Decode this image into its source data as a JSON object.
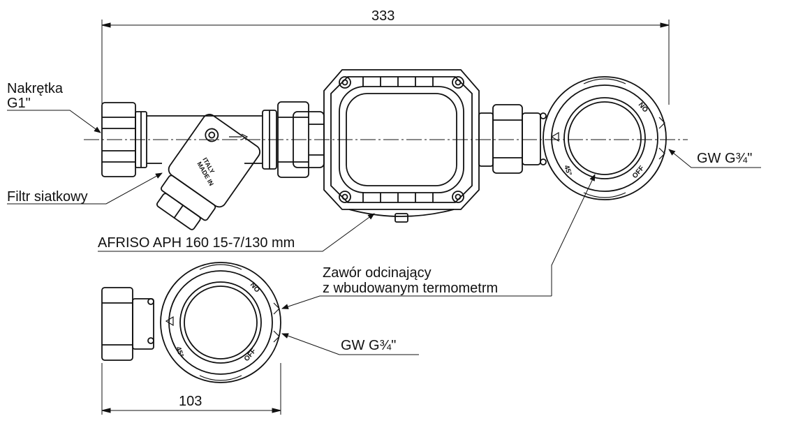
{
  "dimensions": {
    "overall_length": "333",
    "valve_width": "103"
  },
  "labels": {
    "nut_line1": "Nakrętka",
    "nut_line2": "G1\"",
    "filter": "Filtr siatkowy",
    "pump": "AFRISO APH 160 15-7/130 mm",
    "valve_line1": "Zawór odcinający",
    "valve_line2": "z wbudowanym termometrm",
    "thread_top": "GW G¾\"",
    "thread_bottom": "GW G¾\""
  },
  "markings": {
    "filter_text_1": "MADE IN",
    "filter_text_2": "ITALY",
    "valve_no": "NO",
    "valve_off": "OFF",
    "valve_45": "45°"
  },
  "colors": {
    "line": "#111111",
    "background": "#ffffff"
  }
}
